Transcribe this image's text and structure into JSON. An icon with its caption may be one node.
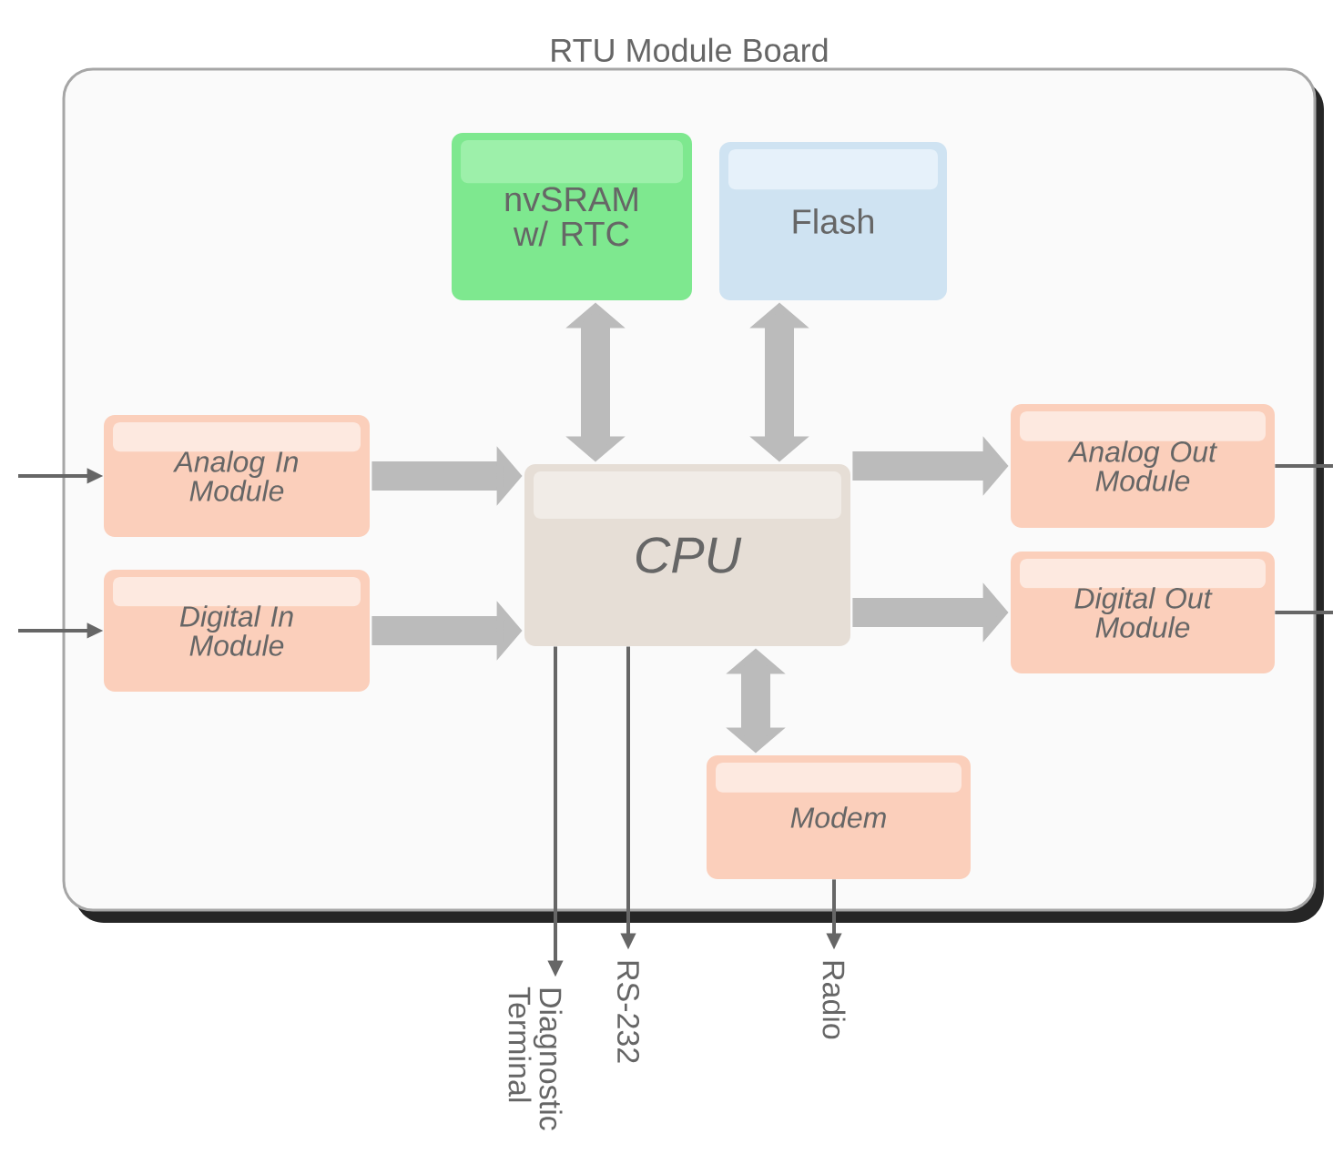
{
  "diagram": {
    "nodes": [
      {
        "text": [
          "RTU Module Board"
        ]
      },
      {
        "text": [
          "nvSRAM w/ RTC"
        ],
        "in": 0
      },
      {
        "text": [
          "Flash"
        ],
        "in": 0
      },
      {
        "text": [
          "Analog In Module"
        ],
        "in": 0
      },
      {
        "text": [
          "Digital In Module"
        ],
        "in": 0
      },
      {
        "text": [
          "CPU"
        ],
        "in": 0
      },
      {
        "text": [
          "Analog Out Module"
        ],
        "in": 0
      },
      {
        "text": [
          "Digital Out Module"
        ],
        "in": 0
      },
      {
        "text": [
          "Modem"
        ],
        "in": 0
      },
      {
        "text": [
          "Diagnostic Terminal"
        ]
      },
      {
        "text": [
          "RS-232"
        ]
      },
      {
        "text": [
          "Radio"
        ]
      }
    ],
    "edges": [
      {
        "from": null,
        "to": 3,
        "arrow": "to"
      },
      {
        "from": null,
        "to": 4,
        "arrow": "to"
      },
      {
        "from": 3,
        "to": 5,
        "arrow": "to",
        "style": "thick",
        "color": "#bbbbbb"
      },
      {
        "from": 4,
        "to": 5,
        "arrow": "to",
        "style": "thick",
        "color": "#bbbbbb"
      },
      {
        "from": 5,
        "to": 6,
        "arrow": "to",
        "style": "thick",
        "color": "#bbbbbb"
      },
      {
        "from": 5,
        "to": 7,
        "arrow": "to",
        "style": "thick",
        "color": "#bbbbbb"
      },
      {
        "from": 1,
        "to": 5,
        "arrow": "both",
        "style": "thick",
        "color": "#bbbbbb"
      },
      {
        "from": 2,
        "to": 5,
        "arrow": "both",
        "style": "thick",
        "color": "#bbbbbb"
      },
      {
        "from": 5,
        "to": 8,
        "arrow": "both",
        "style": "thick",
        "color": "#bbbbbb"
      },
      {
        "from": 5,
        "to": 9,
        "arrow": "to"
      },
      {
        "from": 5,
        "to": 10,
        "arrow": "to"
      },
      {
        "from": 8,
        "to": 11,
        "arrow": "to"
      },
      {
        "from": 6,
        "to": null,
        "arrow": "none"
      },
      {
        "from": 7,
        "to": null,
        "arrow": "none"
      }
    ]
  }
}
